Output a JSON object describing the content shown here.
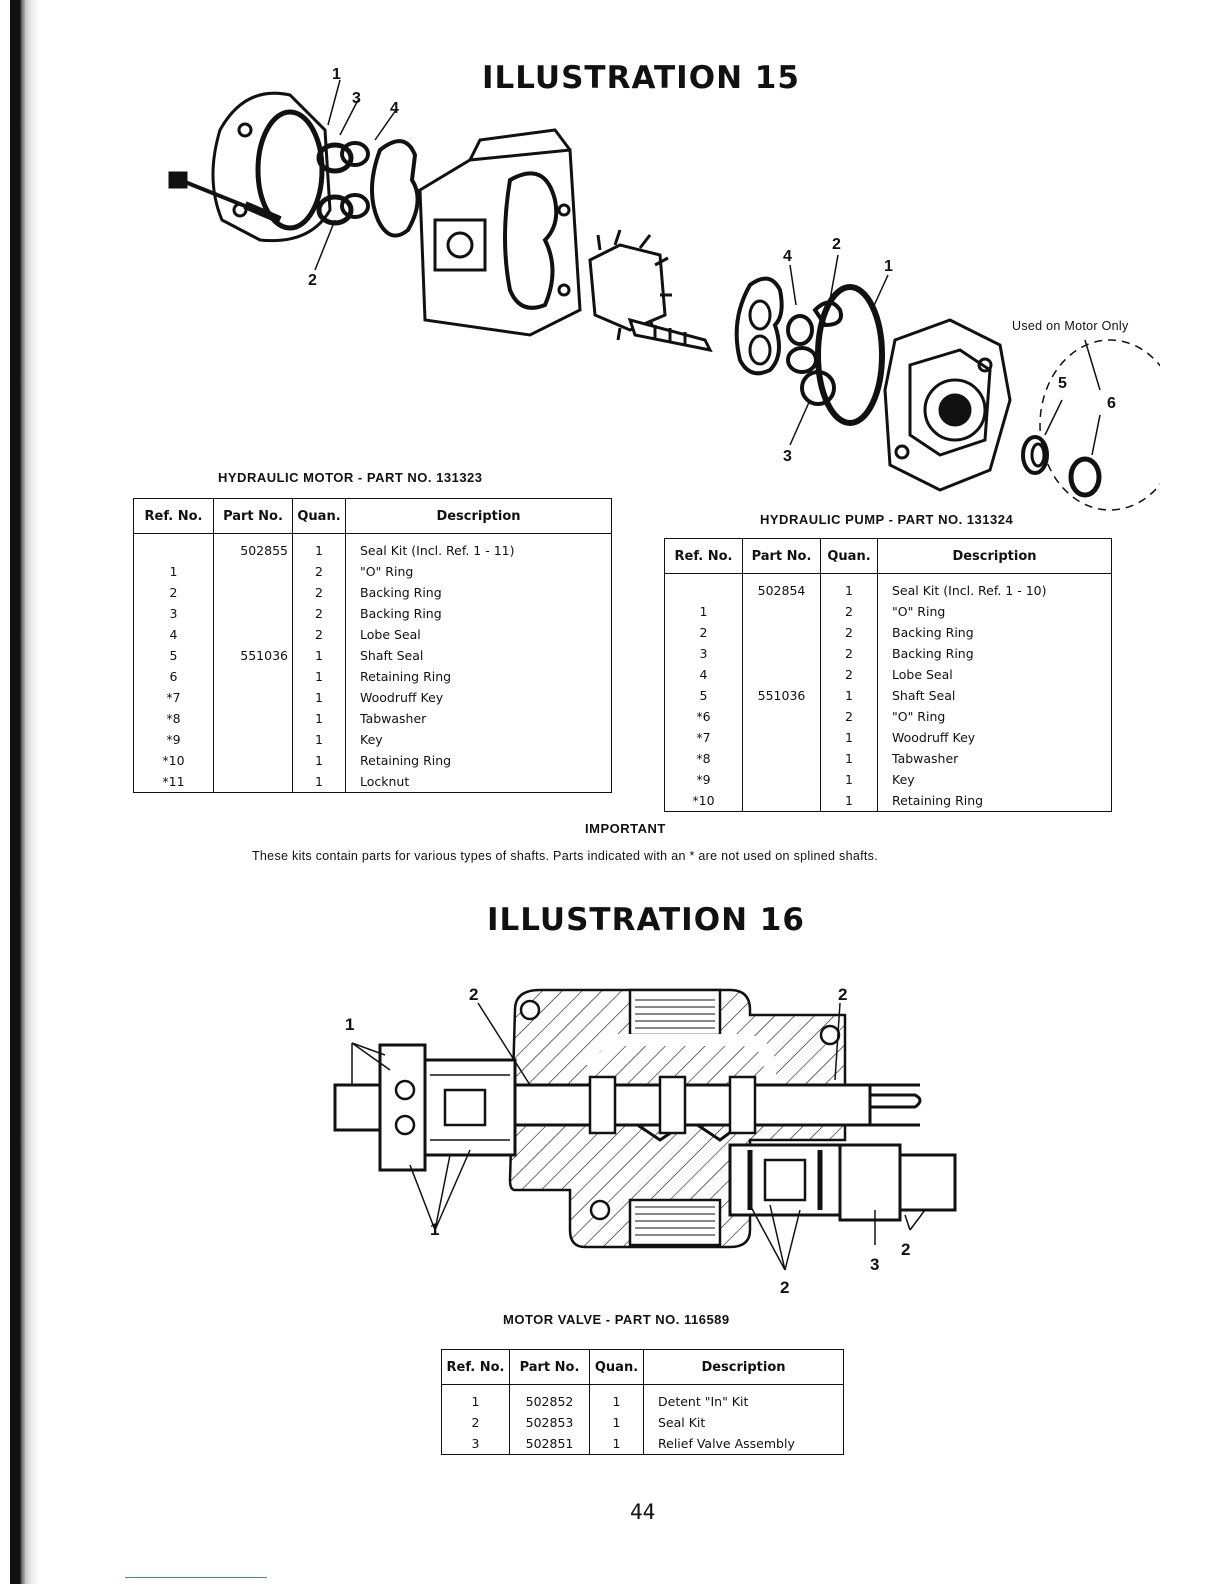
{
  "illustration15": {
    "title": "ILLUSTRATION 15",
    "used_on_motor_only": "Used on Motor Only",
    "callouts": [
      "1",
      "3",
      "4",
      "2",
      "4",
      "2",
      "1",
      "3",
      "5",
      "6"
    ]
  },
  "motor": {
    "caption": "HYDRAULIC MOTOR - PART NO. 131323",
    "headers": [
      "Ref. No.",
      "Part No.",
      "Quan.",
      "Description"
    ],
    "rows": [
      {
        "ref": "",
        "part": "502855",
        "qty": "1",
        "desc": "Seal Kit (Incl. Ref. 1 - 11)"
      },
      {
        "ref": "1",
        "part": "",
        "qty": "2",
        "desc": "\"O\" Ring"
      },
      {
        "ref": "2",
        "part": "",
        "qty": "2",
        "desc": "Backing Ring"
      },
      {
        "ref": "3",
        "part": "",
        "qty": "2",
        "desc": "Backing Ring"
      },
      {
        "ref": "4",
        "part": "",
        "qty": "2",
        "desc": "Lobe Seal"
      },
      {
        "ref": "5",
        "part": "551036",
        "qty": "1",
        "desc": "Shaft Seal"
      },
      {
        "ref": "6",
        "part": "",
        "qty": "1",
        "desc": "Retaining Ring"
      },
      {
        "ref": "*7",
        "part": "",
        "qty": "1",
        "desc": "Woodruff Key"
      },
      {
        "ref": "*8",
        "part": "",
        "qty": "1",
        "desc": "Tabwasher"
      },
      {
        "ref": "*9",
        "part": "",
        "qty": "1",
        "desc": "Key"
      },
      {
        "ref": "*10",
        "part": "",
        "qty": "1",
        "desc": "Retaining Ring"
      },
      {
        "ref": "*11",
        "part": "",
        "qty": "1",
        "desc": "Locknut"
      }
    ]
  },
  "pump": {
    "caption": "HYDRAULIC PUMP - PART NO. 131324",
    "headers": [
      "Ref. No.",
      "Part No.",
      "Quan.",
      "Description"
    ],
    "rows": [
      {
        "ref": "",
        "part": "502854",
        "qty": "1",
        "desc": "Seal Kit (Incl. Ref. 1 - 10)"
      },
      {
        "ref": "1",
        "part": "",
        "qty": "2",
        "desc": "\"O\" Ring"
      },
      {
        "ref": "2",
        "part": "",
        "qty": "2",
        "desc": "Backing Ring"
      },
      {
        "ref": "3",
        "part": "",
        "qty": "2",
        "desc": "Backing Ring"
      },
      {
        "ref": "4",
        "part": "",
        "qty": "2",
        "desc": "Lobe Seal"
      },
      {
        "ref": "5",
        "part": "551036",
        "qty": "1",
        "desc": "Shaft Seal"
      },
      {
        "ref": "*6",
        "part": "",
        "qty": "2",
        "desc": "\"O\" Ring"
      },
      {
        "ref": "*7",
        "part": "",
        "qty": "1",
        "desc": "Woodruff Key"
      },
      {
        "ref": "*8",
        "part": "",
        "qty": "1",
        "desc": "Tabwasher"
      },
      {
        "ref": "*9",
        "part": "",
        "qty": "1",
        "desc": "Key"
      },
      {
        "ref": "*10",
        "part": "",
        "qty": "1",
        "desc": "Retaining Ring"
      }
    ]
  },
  "important": {
    "heading": "IMPORTANT",
    "text": "These kits contain parts for various types of shafts. Parts indicated with an * are not used on splined shafts."
  },
  "illustration16": {
    "title": "ILLUSTRATION 16",
    "callouts": [
      "2",
      "2",
      "1",
      "1",
      "2",
      "3",
      "2"
    ]
  },
  "valve": {
    "caption": "MOTOR VALVE - PART NO. 116589",
    "headers": [
      "Ref. No.",
      "Part No.",
      "Quan.",
      "Description"
    ],
    "rows": [
      {
        "ref": "1",
        "part": "502852",
        "qty": "1",
        "desc": "Detent \"In\" Kit"
      },
      {
        "ref": "2",
        "part": "502853",
        "qty": "1",
        "desc": "Seal Kit"
      },
      {
        "ref": "3",
        "part": "502851",
        "qty": "1",
        "desc": "Relief Valve Assembly"
      }
    ]
  },
  "page_number": "44"
}
